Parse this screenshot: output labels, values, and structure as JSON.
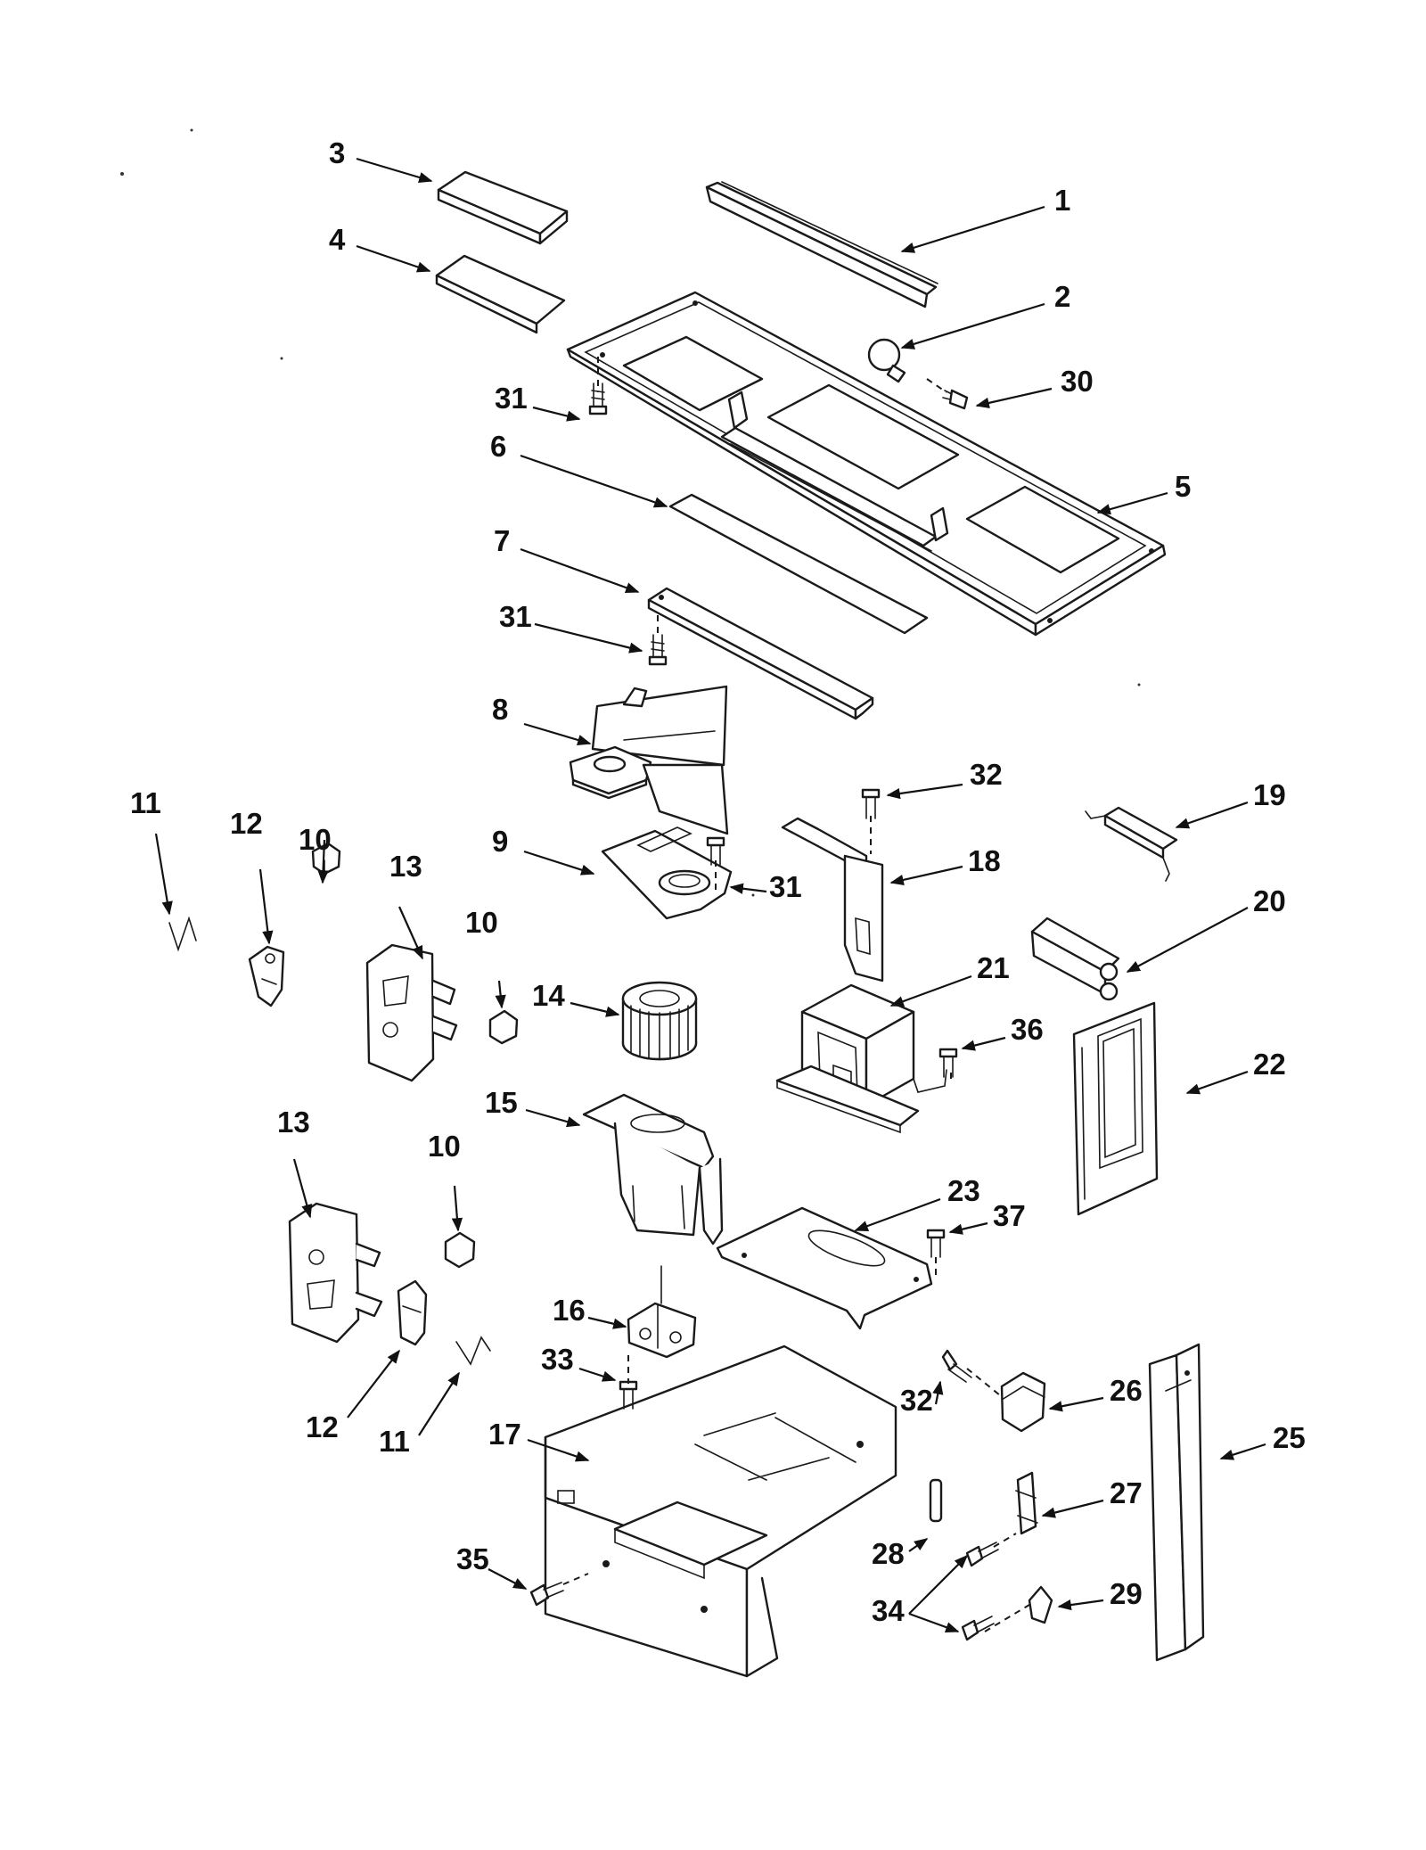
{
  "callouts": [
    {
      "id": "c1",
      "text": "1"
    },
    {
      "id": "c2",
      "text": "2"
    },
    {
      "id": "c3",
      "text": "3"
    },
    {
      "id": "c4",
      "text": "4"
    },
    {
      "id": "c5",
      "text": "5"
    },
    {
      "id": "c6",
      "text": "6"
    },
    {
      "id": "c7",
      "text": "7"
    },
    {
      "id": "c8",
      "text": "8"
    },
    {
      "id": "c9",
      "text": "9"
    },
    {
      "id": "c10a",
      "text": "10"
    },
    {
      "id": "c10b",
      "text": "10"
    },
    {
      "id": "c10c",
      "text": "10"
    },
    {
      "id": "c11a",
      "text": "11"
    },
    {
      "id": "c11b",
      "text": "11"
    },
    {
      "id": "c12a",
      "text": "12"
    },
    {
      "id": "c12b",
      "text": "12"
    },
    {
      "id": "c13a",
      "text": "13"
    },
    {
      "id": "c13b",
      "text": "13"
    },
    {
      "id": "c14",
      "text": "14"
    },
    {
      "id": "c15",
      "text": "15"
    },
    {
      "id": "c16",
      "text": "16"
    },
    {
      "id": "c17",
      "text": "17"
    },
    {
      "id": "c18",
      "text": "18"
    },
    {
      "id": "c19",
      "text": "19"
    },
    {
      "id": "c20",
      "text": "20"
    },
    {
      "id": "c21",
      "text": "21"
    },
    {
      "id": "c22",
      "text": "22"
    },
    {
      "id": "c23",
      "text": "23"
    },
    {
      "id": "c25",
      "text": "25"
    },
    {
      "id": "c26",
      "text": "26"
    },
    {
      "id": "c27",
      "text": "27"
    },
    {
      "id": "c28",
      "text": "28"
    },
    {
      "id": "c29",
      "text": "29"
    },
    {
      "id": "c30",
      "text": "30"
    },
    {
      "id": "c31a",
      "text": "31"
    },
    {
      "id": "c31b",
      "text": "31"
    },
    {
      "id": "c31c",
      "text": "31"
    },
    {
      "id": "c32a",
      "text": "32"
    },
    {
      "id": "c32b",
      "text": "32"
    },
    {
      "id": "c33",
      "text": "33"
    },
    {
      "id": "c34",
      "text": "34"
    },
    {
      "id": "c35",
      "text": "35"
    },
    {
      "id": "c36",
      "text": "36"
    },
    {
      "id": "c37",
      "text": "37"
    }
  ]
}
